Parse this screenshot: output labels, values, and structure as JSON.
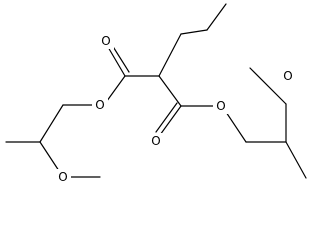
{
  "structure": {
    "atoms": {
      "o_carbonyl_left": "O",
      "o_ester_left": "O",
      "o_methoxy_left": "O",
      "o_carbonyl_right": "O",
      "o_ester_right": "O",
      "o_methoxy_right": "O"
    },
    "colors": {
      "bond": "#000000",
      "label": "#000000",
      "background": "#ffffff"
    }
  }
}
